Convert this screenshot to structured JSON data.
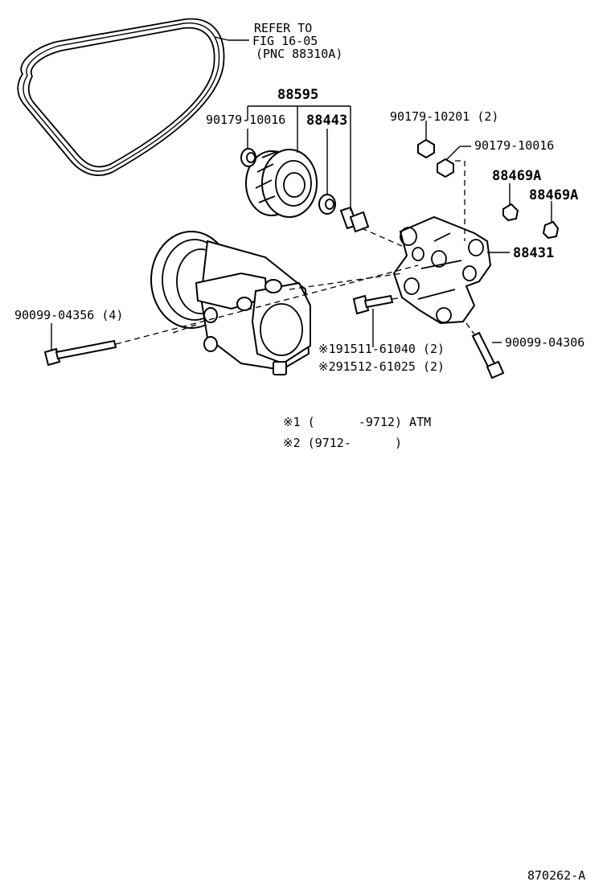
{
  "labels": {
    "refer_line1": "REFER TO",
    "refer_line2": "FIG 16-05",
    "refer_line3": "(PNC 88310A)",
    "p88595": "88595",
    "p90179_10016_left": "90179-10016",
    "p88443": "88443",
    "p90179_10201": "90179-10201 (2)",
    "p90179_10016_right": "90179-10016",
    "p88469A_1": "88469A",
    "p88469A_2": "88469A",
    "p88431": "88431",
    "p90099_04356": "90099-04356 (4)",
    "p90099_04306": "90099-04306",
    "p91511": "※191511-61040 (2)",
    "p91512": "※291512-61025 (2)",
    "note1": "※1 (      -9712) ATM",
    "note2": "※2 (9712-      )",
    "figure_code": "870262-A"
  },
  "icons": [
    "drive-belt-icon",
    "idler-pulley-icon",
    "compressor-icon",
    "bracket-icon",
    "bolt-icon",
    "nut-icon",
    "collar-icon"
  ]
}
